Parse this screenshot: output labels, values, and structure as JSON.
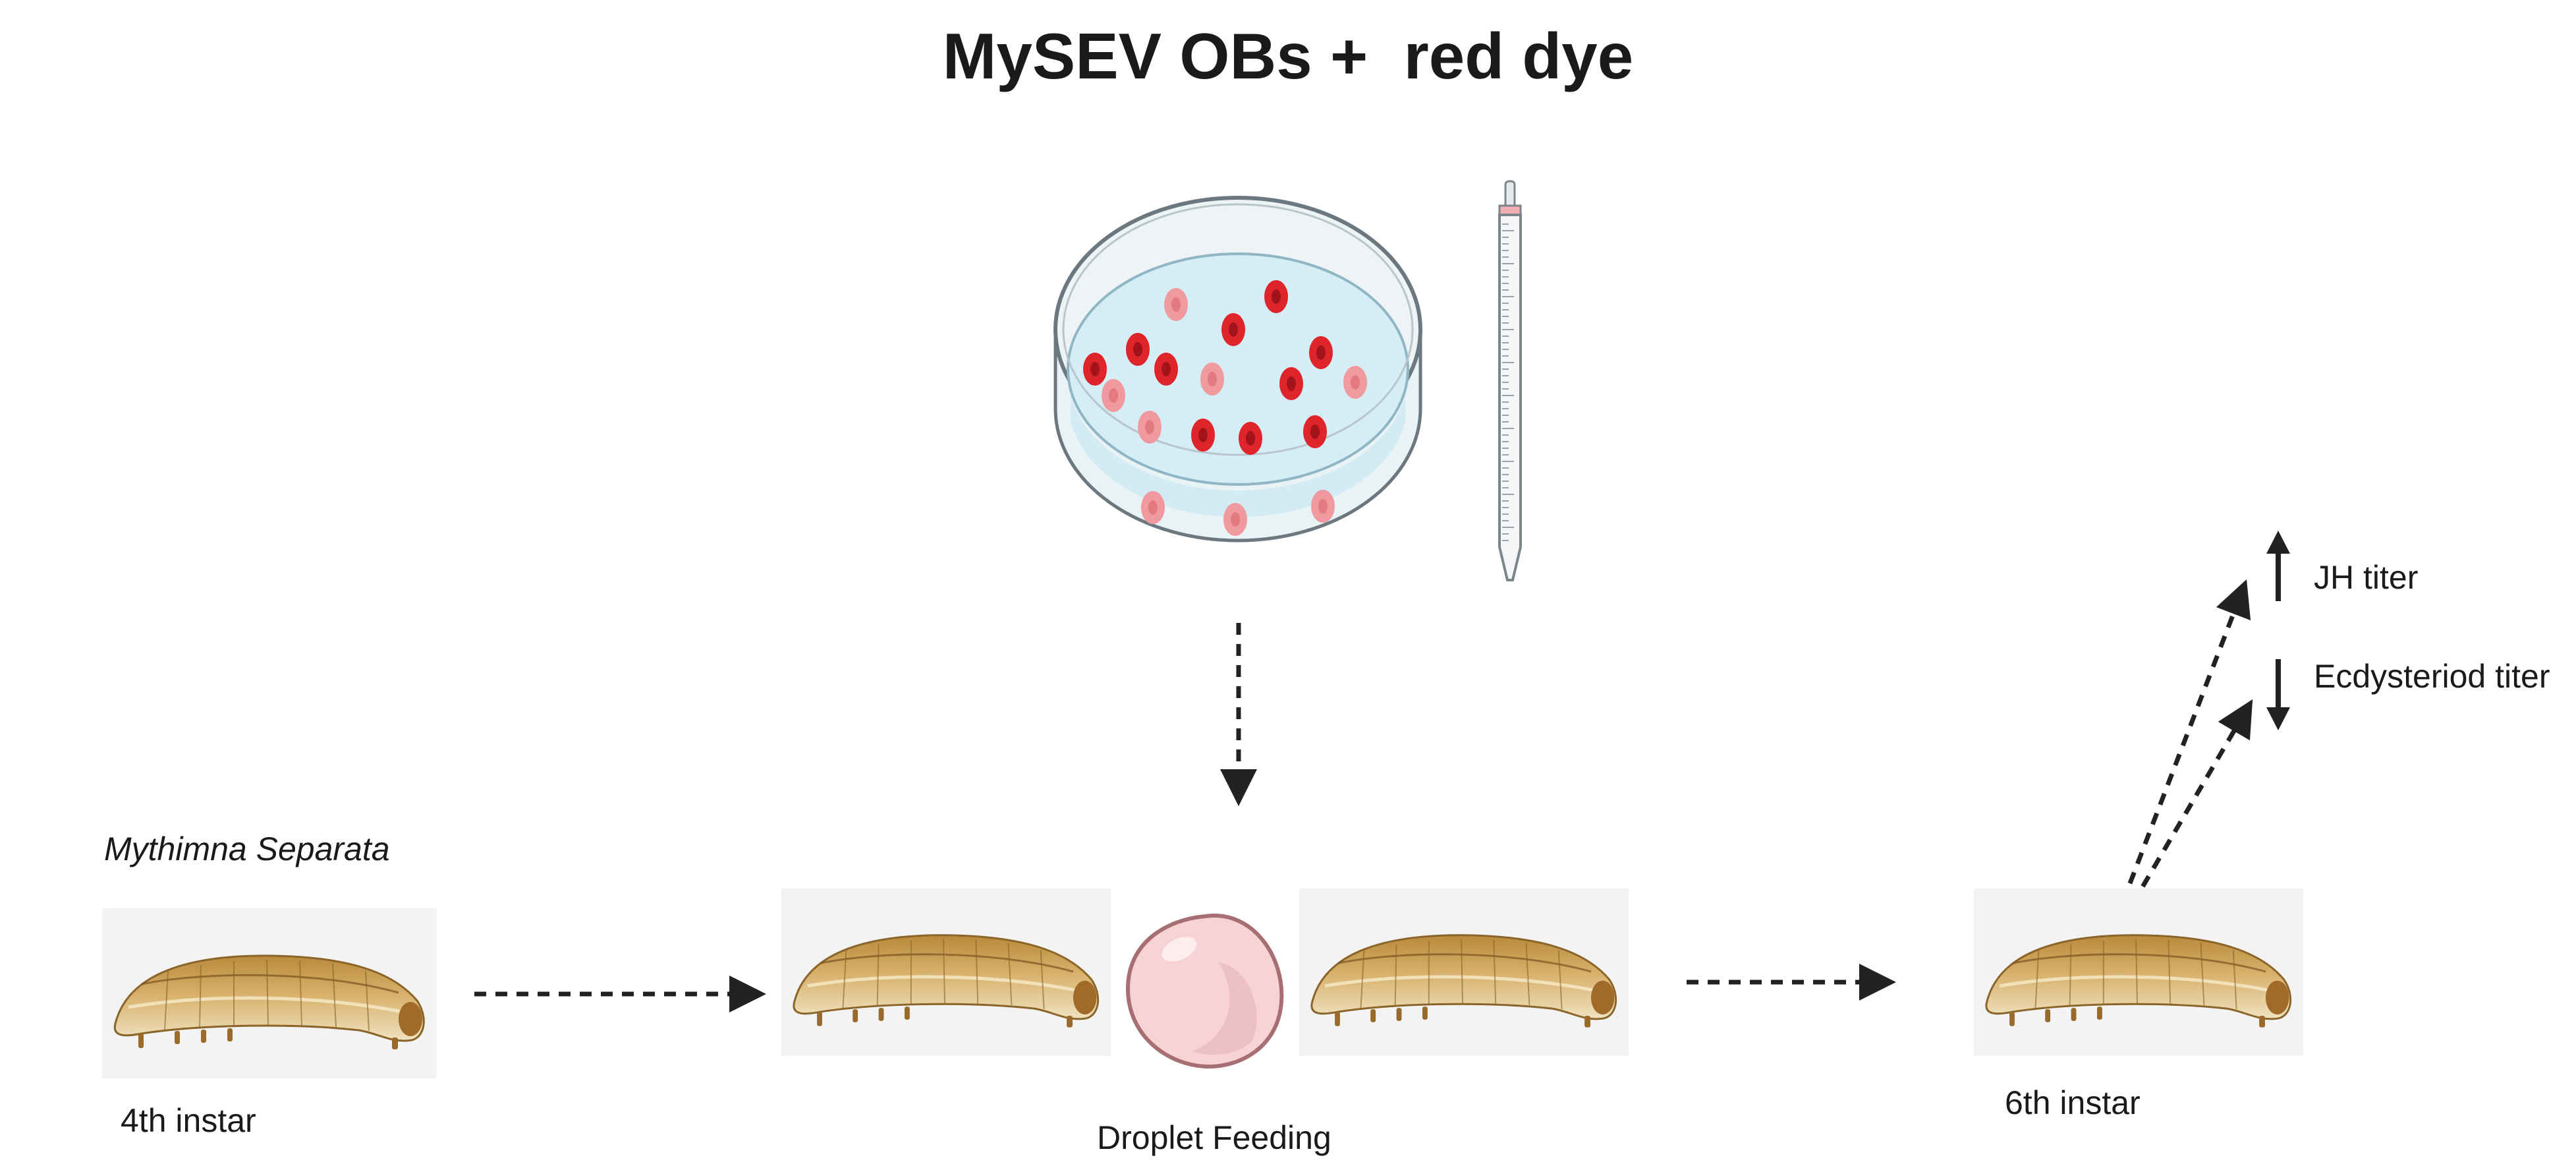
{
  "title": "MySEV OBs +  red dye",
  "species": "Mythimna Separata",
  "stage_start": "4th instar",
  "feeding_label": "Droplet Feeding",
  "stage_end": "6th instar",
  "outcomes": [
    {
      "label": "JH titer",
      "direction": "up",
      "icon": "arrow-up-icon"
    },
    {
      "label": "Ecdysteriod titer",
      "direction": "down",
      "icon": "arrow-down-icon"
    }
  ],
  "colors": {
    "dye": "#e0242c",
    "dye_faded": "#f09aa0",
    "dish_liquid": "#d5eef5",
    "droplet": "#f7d3d6",
    "arrow": "#222222"
  }
}
